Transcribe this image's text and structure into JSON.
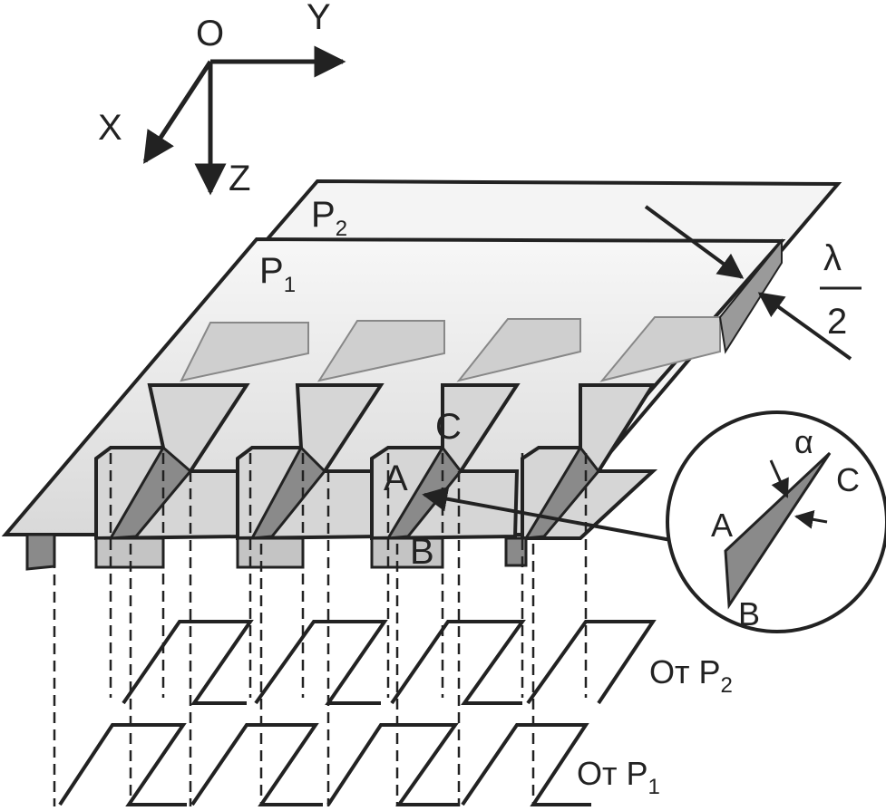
{
  "axes": {
    "origin": "O",
    "x": "X",
    "y": "Y",
    "z": "Z"
  },
  "plates": {
    "p2": {
      "letter": "P",
      "sub": "2"
    },
    "p1": {
      "letter": "P",
      "sub": "1"
    }
  },
  "spacing": {
    "numerator": "λ",
    "denominator": "2"
  },
  "points": {
    "a": "A",
    "b": "B",
    "c": "C"
  },
  "inset": {
    "a": "A",
    "b": "B",
    "c": "C",
    "angle": "α"
  },
  "projections": {
    "from_p2": {
      "prefix": "От P",
      "sub": "2"
    },
    "from_p1": {
      "prefix": "От P",
      "sub": "1"
    }
  },
  "colors": {
    "plate_light": "#ececec",
    "plate_mid": "#d4d4d4",
    "facet_dark": "#8a8a8a",
    "line": "#222222"
  }
}
